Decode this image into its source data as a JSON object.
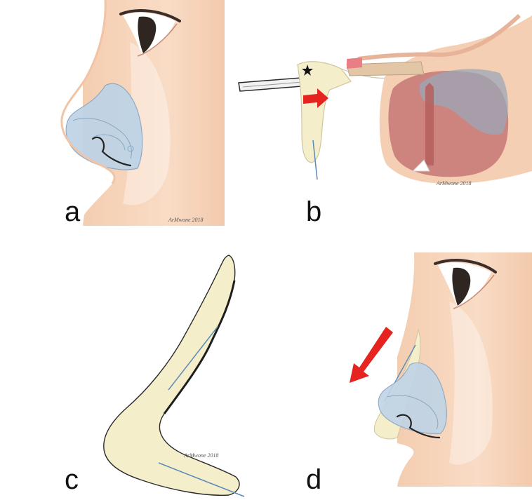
{
  "panels": [
    {
      "id": "a",
      "label": "a",
      "signature": "ArMwone 2018"
    },
    {
      "id": "b",
      "label": "b",
      "signature": "ArMwone 2018"
    },
    {
      "id": "c",
      "label": "c",
      "signature": "ArMwone 2018"
    },
    {
      "id": "d",
      "label": "d"
    }
  ],
  "colors": {
    "skin": "#f6d2b6",
    "skin_shadow": "#efc3a4",
    "skin_light": "#fbe6d6",
    "implant": "#f4eecb",
    "implant_outline": "#2b2b2b",
    "cartilage": "#bfd4e6",
    "arrow": "#e52420",
    "mucosa": "#c97b78",
    "mucosa_dark": "#b65e5c",
    "septum_gray": "#8a97a8"
  }
}
